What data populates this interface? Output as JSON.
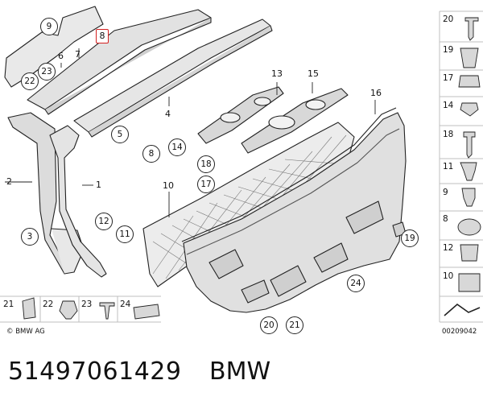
{
  "part_number": "51497061429",
  "brand": "BMW",
  "copyright": "© BMW AG",
  "doc_number": "00209042",
  "callouts": {
    "c9": "9",
    "c8": "8",
    "c7": "7",
    "c6": "6",
    "c23": "23",
    "c22": "22",
    "c4": "4",
    "c5": "5",
    "c13": "13",
    "c15": "15",
    "c16": "16",
    "c2": "2",
    "c1": "1",
    "c3": "3",
    "c12": "12",
    "c11": "11",
    "c10": "10",
    "c8b": "8",
    "c14": "14",
    "c18": "18",
    "c17": "17",
    "c19": "19",
    "c24": "24",
    "c20": "20",
    "c21": "21"
  },
  "side_panel": [
    "20",
    "19",
    "17",
    "14",
    "18",
    "11",
    "9",
    "8",
    "12",
    "10"
  ],
  "bottom_legend": [
    "21",
    "22",
    "23",
    "24"
  ]
}
